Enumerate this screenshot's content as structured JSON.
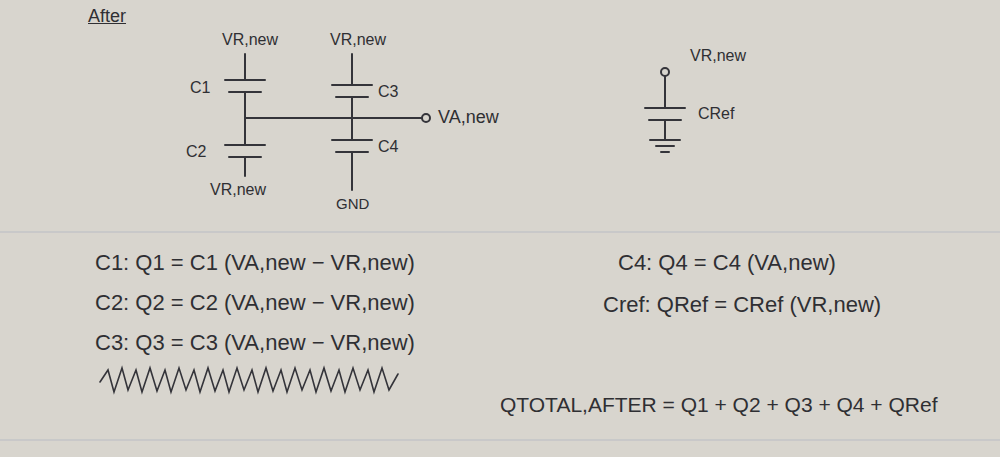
{
  "diagram": {
    "title": "After",
    "labels": [
      "VR,new",
      "VR,new",
      "C1",
      "C3",
      "VA,new",
      "C2",
      "C4",
      "VR,new",
      "GND",
      "VR,new",
      "CRef",
      "C1: Q1 = C1 (VA,new − VR,new)",
      "C2: Q2 = C2 (VA,new − VR,new)",
      "C3: Q3 = C3 (VA,new − VR,new)",
      "C4: Q4 = C4 (VA,new)",
      "Cref: QRef = CRef (VR,new)",
      "QTOTAL,AFTER = Q1 + Q2 + Q3 + Q4 + QRef"
    ]
  }
}
